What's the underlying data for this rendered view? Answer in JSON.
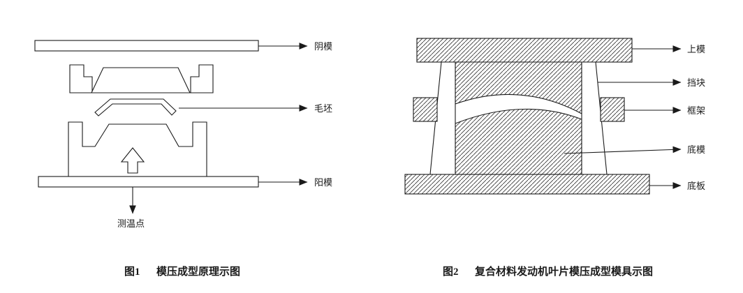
{
  "figure1": {
    "number": "图1",
    "title": "模压成型原理示图",
    "labels": {
      "female_mold": "阴模",
      "blank": "毛坯",
      "male_mold": "阳模",
      "temp_point": "测温点"
    }
  },
  "figure2": {
    "number": "图2",
    "title": "复合材料发动机叶片模压成型模具示图",
    "labels": {
      "upper_mold": "上模",
      "stop_block": "挡块",
      "frame": "框架",
      "bottom_mold": "底模",
      "base_plate": "底板"
    }
  },
  "colors": {
    "line": "#1a1a1a",
    "background": "#ffffff"
  }
}
